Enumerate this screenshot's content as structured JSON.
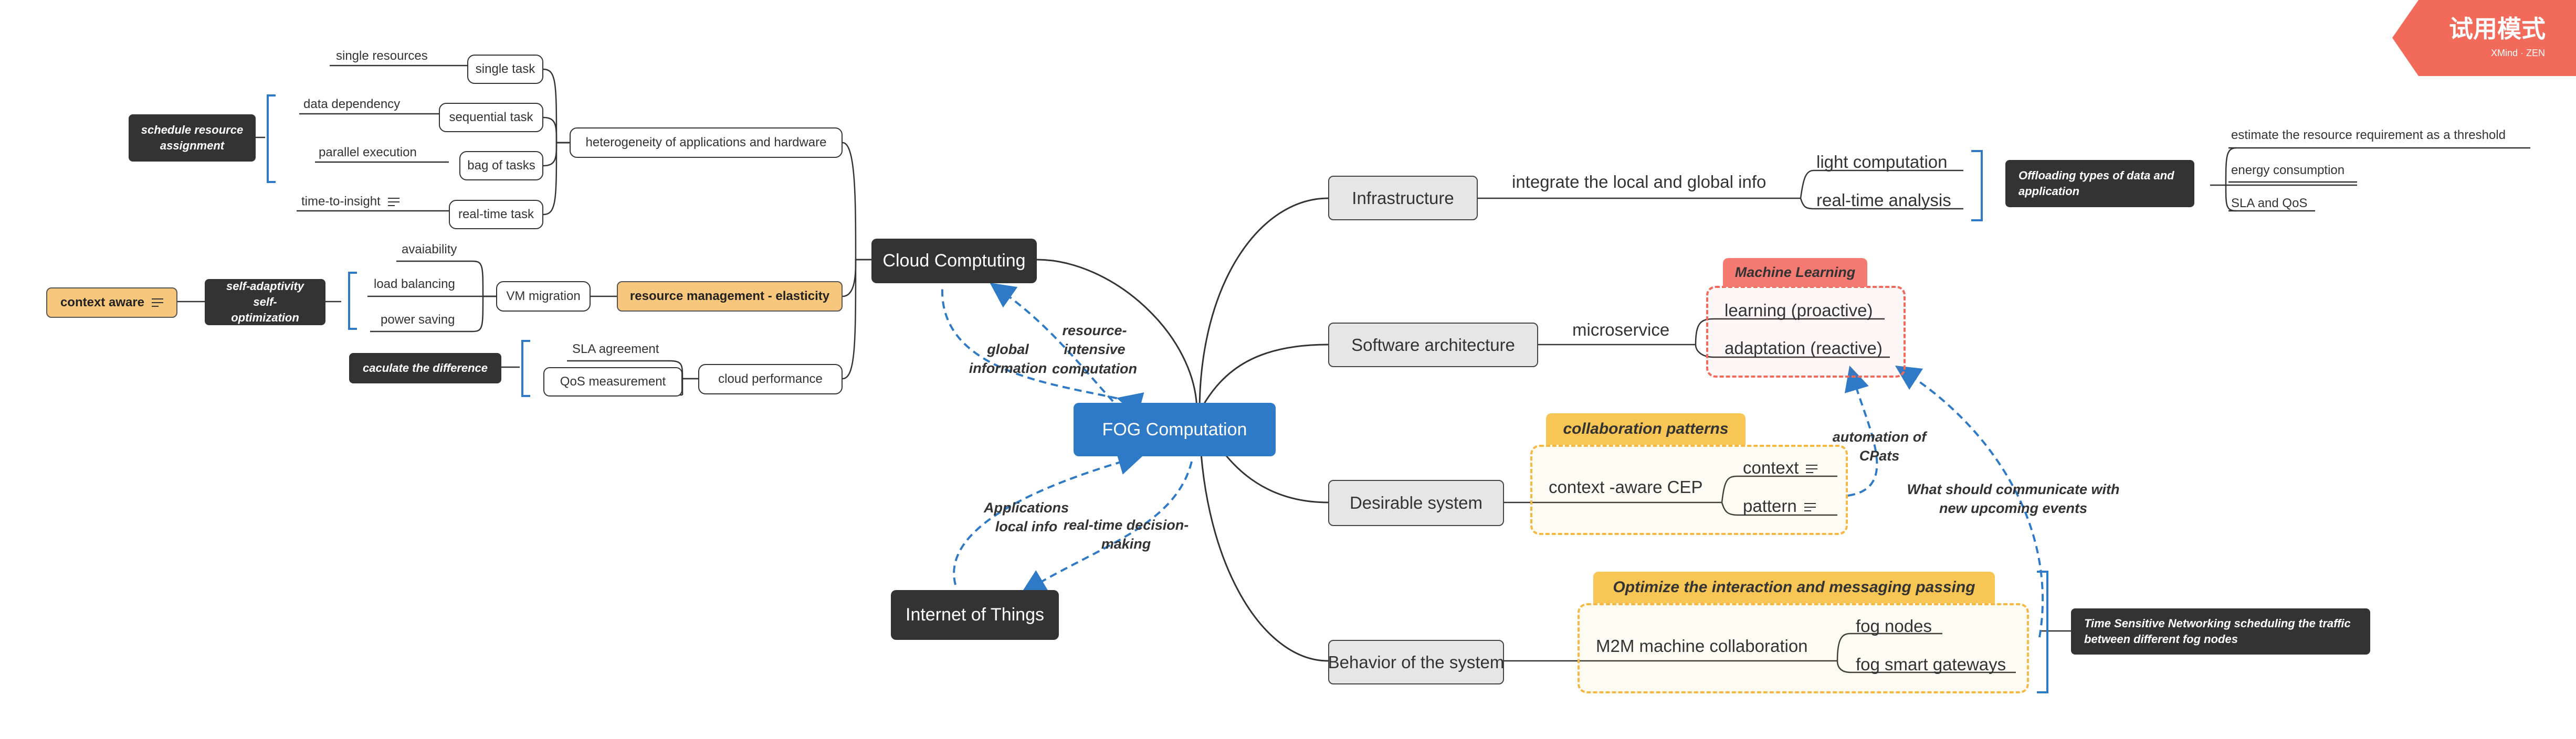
{
  "watermark": {
    "title": "试用模式",
    "brand": "XMind · ZEN",
    "color": "#f26a5a"
  },
  "colors": {
    "central": "#2e7ac6",
    "accent_orange": "#f8c77e",
    "dashed_blue": "#2e7ac6",
    "dashed_orange": "#f4b942",
    "dashed_red": "#f26a5a",
    "tag_red": "#f47a72",
    "tag_yellow": "#f7c654"
  },
  "center": {
    "label": "FOG Computation"
  },
  "cloud": {
    "label": "Cloud Comptuting",
    "heterogeneity": {
      "label": "heterogeneity of applications and hardware",
      "items": [
        {
          "label": "single task",
          "detail": "single resources"
        },
        {
          "label": "sequential task",
          "detail": "data dependency"
        },
        {
          "label": "bag of tasks",
          "detail": "parallel execution"
        },
        {
          "label": "real-time task",
          "detail": "time-to-insight"
        }
      ],
      "summary": "schedule resource assignment"
    },
    "resource": {
      "label": "resource management - elasticity",
      "migration": "VM migration",
      "items": [
        "avaiability",
        "load balancing",
        "power saving"
      ],
      "summary": "self-adaptivity self-optimization",
      "context": "context aware"
    },
    "performance": {
      "label": "cloud performance",
      "items": [
        "SLA agreement",
        "QoS measurement"
      ],
      "summary": "caculate the difference"
    }
  },
  "iot": {
    "label": "Internet of Things"
  },
  "relations": {
    "resource_intensive": "resource-intensive computation",
    "global_info": "global information",
    "applications": "Applications local info",
    "realtime": "real-time decision-making",
    "automation": "automation of CPats",
    "communicate": "What should communicate with new upcoming events"
  },
  "infrastructure": {
    "label": "Infrastructure",
    "sub": "integrate the local and global info",
    "items": [
      "light computation",
      "real-time analysis"
    ],
    "summary": "Offloading types of data and application",
    "details": [
      "estimate the resource requirement as a threshold",
      "energy consumption",
      "SLA and QoS"
    ]
  },
  "software": {
    "label": "Software architecture",
    "sub": "microservice",
    "tag": "Machine Learning",
    "items": [
      "learning (proactive)",
      "adaptation (reactive)"
    ]
  },
  "desirable": {
    "label": "Desirable system",
    "tag": "collaboration patterns",
    "sub": "context -aware CEP",
    "items": [
      "context",
      "pattern"
    ]
  },
  "behavior": {
    "label": "Behavior of the system",
    "tag": "Optimize the interaction and messaging passing",
    "sub": "M2M machine collaboration",
    "items": [
      "fog nodes",
      "fog smart gateways"
    ],
    "summary": "Time Sensitive Networking scheduling the traffic between different fog nodes"
  }
}
